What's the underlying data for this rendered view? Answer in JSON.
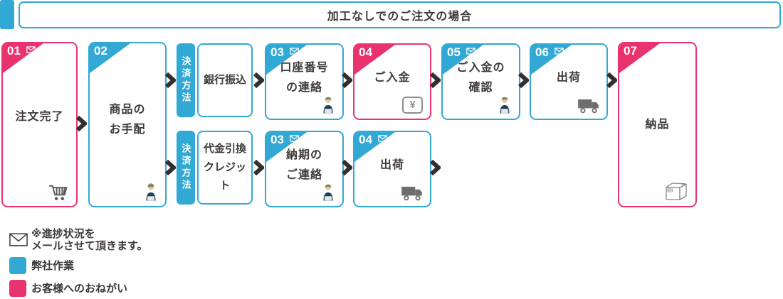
{
  "colors": {
    "blue": "#32a8d4",
    "pink": "#e9336f",
    "text": "#3e3a39",
    "icon": "#595757",
    "arrow": "#332f2e"
  },
  "header": {
    "title": "加工なしでのご注文の場合"
  },
  "steps": {
    "s01": {
      "number": "01",
      "label": "注文完了"
    },
    "s02": {
      "number": "02",
      "label": "商品の\nお手配"
    },
    "bank": {
      "sidebar": "決済方法",
      "label": "銀行振込"
    },
    "s03a": {
      "number": "03",
      "label": "口座番号\nの連絡"
    },
    "s04a": {
      "number": "04",
      "label": "ご入金"
    },
    "s05": {
      "number": "05",
      "label": "ご入金の\n確認"
    },
    "s06": {
      "number": "06",
      "label": "出荷"
    },
    "s07": {
      "number": "07",
      "label": "納品"
    },
    "cod": {
      "sidebar": "決済方法",
      "label": "代金引換\nクレジット"
    },
    "s03b": {
      "number": "03",
      "label": "納期の\nご連絡"
    },
    "s04b": {
      "number": "04",
      "label": "出荷"
    }
  },
  "icons": {
    "yen": "¥"
  },
  "legend": {
    "mail_note": "※進捗状況を\nメールさせて頂きます。",
    "company_work": "弊社作業",
    "customer_request": "お客様へのおねがい"
  }
}
